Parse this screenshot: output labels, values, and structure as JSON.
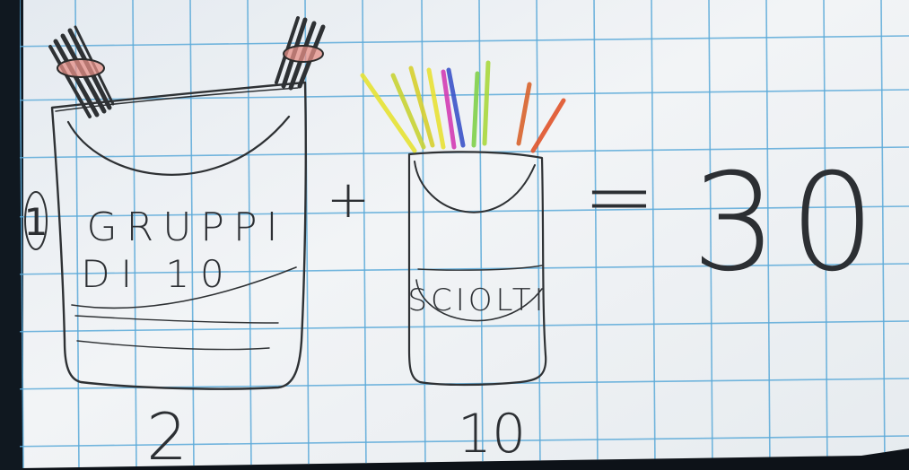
{
  "drawing": {
    "left_bag": {
      "circled_number": "1",
      "label_line1": "GRUPPI",
      "label_line2": "DI 10",
      "count_below": "2",
      "bundle_colors": [
        "#2a2a2a",
        "#e47a6e"
      ]
    },
    "plus_sign": "+",
    "right_bag": {
      "label": "SCIOLTI",
      "count_below": "10",
      "stick_colors": [
        "#e6e233",
        "#c8d334",
        "#d6cf2e",
        "#e8e135",
        "#d23cb4",
        "#3b53c9",
        "#7fd04a",
        "#a8d83d",
        "#d8632c",
        "#e0532a"
      ]
    },
    "equals_sign": "=",
    "result": "30",
    "paper": {
      "grid_color": "#5aa9d8",
      "paper_color": "#eef1f4",
      "pencil_color": "#2e3134"
    }
  }
}
